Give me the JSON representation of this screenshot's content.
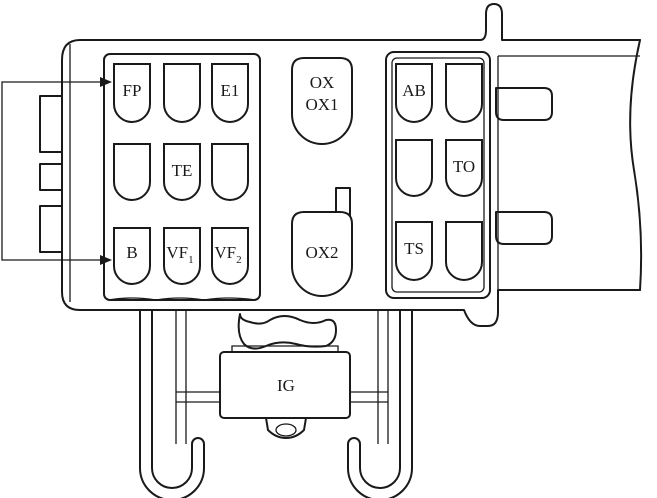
{
  "diagram": {
    "left_block": {
      "row1": [
        "FP",
        "",
        "E1"
      ],
      "row2": [
        "",
        "TE",
        ""
      ],
      "row3": [
        {
          "text": "B",
          "sub": ""
        },
        {
          "text": "VF",
          "sub": "1"
        },
        {
          "text": "VF",
          "sub": "2"
        }
      ]
    },
    "middle": {
      "top_line1": "OX",
      "top_line2": "OX1",
      "bottom": "OX2"
    },
    "right_block": {
      "row1": [
        "AB",
        ""
      ],
      "row2": [
        "",
        "TO"
      ],
      "row3": [
        "TS",
        ""
      ]
    },
    "switch_label": "IG"
  }
}
